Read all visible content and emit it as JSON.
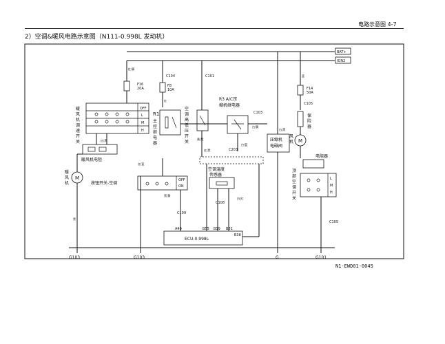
{
  "header": {
    "section_title": "电路示意图 4-7",
    "diagram_title": "2）空调&暖风电路示意图（N111-0.998L 发动机）"
  },
  "diagram_code": "N1-EWD01-0045",
  "power": {
    "bat": "BAT+",
    "ign": "IGN2"
  },
  "fuses": {
    "f16": [
      "F16",
      "20A"
    ],
    "f8": [
      "F8",
      "10A"
    ],
    "f14": [
      "F14",
      "50A"
    ]
  },
  "connectors": {
    "c104": "C104",
    "c101": "C101",
    "c103": "C103",
    "c105": "C105",
    "c109": "C109",
    "c108": "C108",
    "c203": "C203"
  },
  "components": {
    "blower_switch": "暖风机调速开关",
    "blower_resistor": "暖风机电阻",
    "blower_motor_left": "暖风机",
    "ac_button": "按钮开关-空调",
    "r1_label": "R1",
    "r1_name": "主控继电器",
    "hp_switch": "空调高低压开关",
    "r3": "R3 A/C压缩机继电器",
    "compressor_valve": "压缩机电磁阀",
    "temp_sensor": "空调温度传感器",
    "ecu": "ECU-0.998L",
    "fan": "风机",
    "protector": "保险器",
    "resistor_right": "电阻器",
    "roof_ac_switch": "顶部空调开关"
  },
  "switch_positions": {
    "off": "OFF",
    "l": "L",
    "m": "M",
    "h": "H",
    "on": "ON"
  },
  "ecu_pins": [
    "A40",
    "B55",
    "B19",
    "B81",
    "B38"
  ],
  "grounds": [
    "G103",
    "G103",
    "G",
    "G101"
  ],
  "wire_colors": {
    "red_yellow": "红/黄",
    "yellow_black": "黄/黑",
    "red_black": "红/黑",
    "white_red": "白/红",
    "red": "红",
    "black": "黑",
    "white_yellow": "白/黄",
    "white_green": "白/绿",
    "white_blue": "白/蓝",
    "black_red": "黑/红",
    "yellow_red": "黄/红",
    "white_black": "白/黑",
    "blue": "蓝",
    "red_blue": "红/蓝",
    "black_yellow": "黑/黄"
  }
}
